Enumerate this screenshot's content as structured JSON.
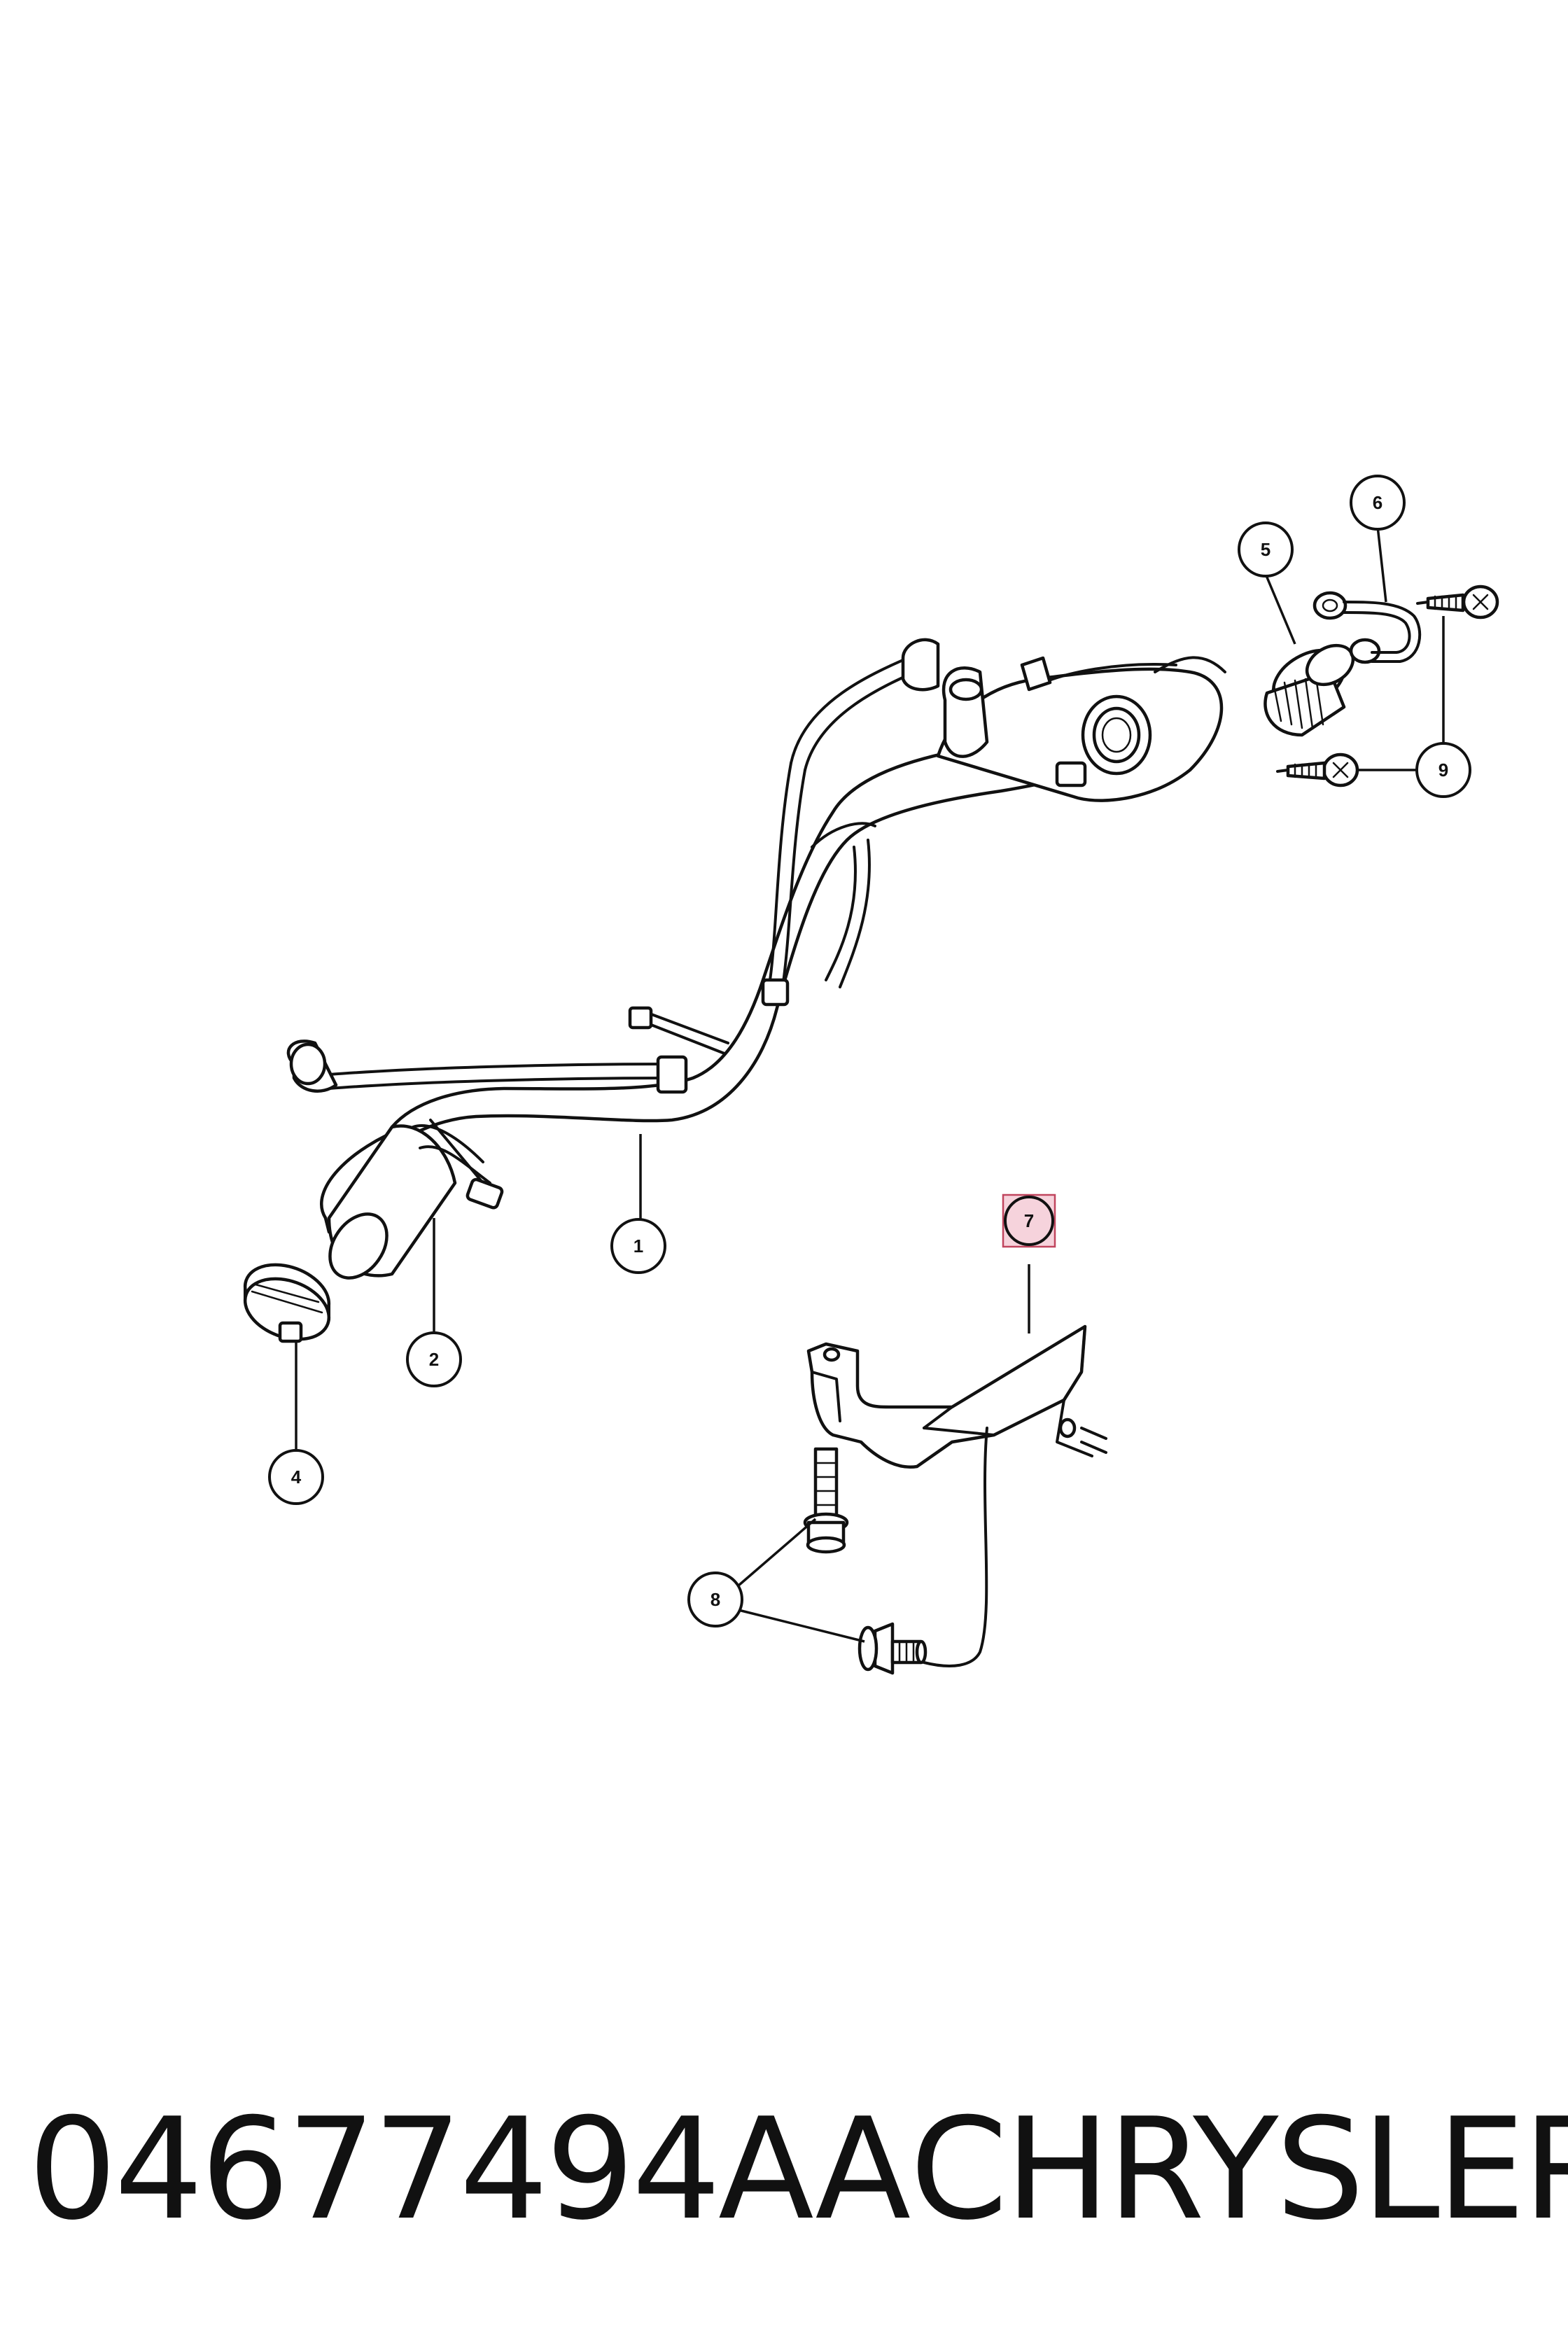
{
  "callouts": {
    "c1": "1",
    "c2": "2",
    "c4": "4",
    "c5": "5",
    "c6": "6",
    "c7": "7",
    "c8": "8",
    "c9": "9"
  },
  "highlighted_callout": "7",
  "colors": {
    "line": "#111111",
    "highlight_fill": "#f6d3dc",
    "highlight_stroke": "#c0455e"
  },
  "caption": {
    "part_number": "04677494AA",
    "brand": "CHRYSLER"
  }
}
